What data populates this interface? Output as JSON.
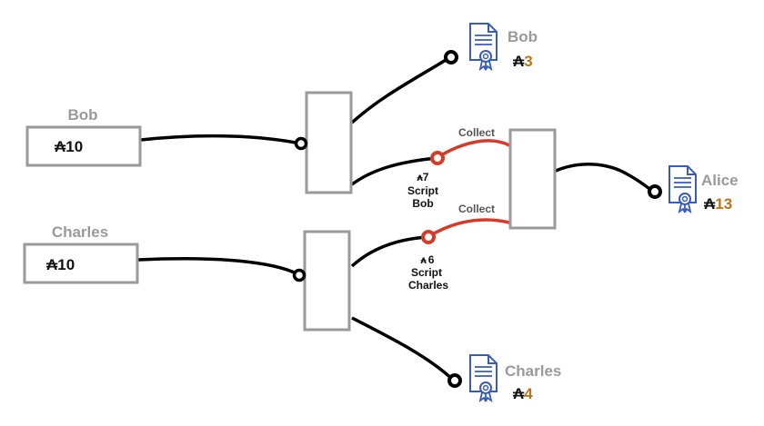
{
  "currency_symbol": "₳",
  "colors": {
    "box_stroke": "#9a9a9a",
    "wire": "#000000",
    "script_wire": "#d63a2a",
    "name": "#9a9a9a",
    "payout_amount": "#b8741a",
    "certificate_icon": "#3a5bb8"
  },
  "inputs": {
    "bob": {
      "name": "Bob",
      "amount": "10"
    },
    "charles": {
      "name": "Charles",
      "amount": "10"
    }
  },
  "scripts": {
    "bob": {
      "amount": "7",
      "line1": "Script",
      "line2": "Bob",
      "collect_label": "Collect"
    },
    "charles": {
      "amount": "6",
      "line1": "Script",
      "line2": "Charles",
      "collect_label": "Collect"
    }
  },
  "outputs": {
    "bob_change": {
      "name": "Bob",
      "amount": "3",
      "icon": "certificate-icon"
    },
    "charles_change": {
      "name": "Charles",
      "amount": "4",
      "icon": "certificate-icon"
    },
    "alice": {
      "name": "Alice",
      "amount": "13",
      "icon": "certificate-icon"
    }
  }
}
